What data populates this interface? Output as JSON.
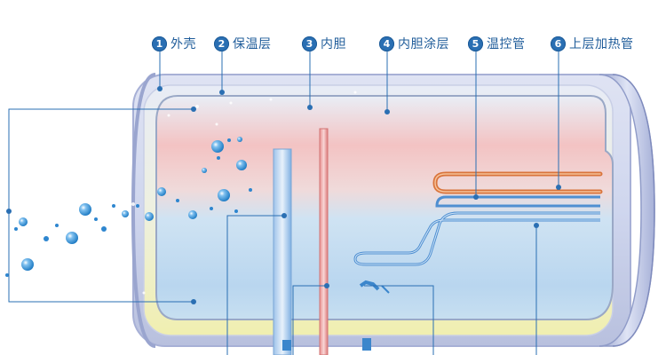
{
  "components": [
    {
      "num": "1",
      "label": "外壳"
    },
    {
      "num": "2",
      "label": "保温层"
    },
    {
      "num": "3",
      "label": "内胆"
    },
    {
      "num": "4",
      "label": "内胆涂层"
    },
    {
      "num": "5",
      "label": "温控管"
    },
    {
      "num": "6",
      "label": "上层加热管"
    }
  ],
  "colors": {
    "callout": "#2a6fb3",
    "label_text": "#1f5c9a",
    "hot_zone": "#f0a9a9",
    "cold_zone": "#bcd9f1",
    "insulation": "#f1efb8",
    "heater_tube": "#d9743c",
    "sensor_tube": "#4f8fd1"
  }
}
